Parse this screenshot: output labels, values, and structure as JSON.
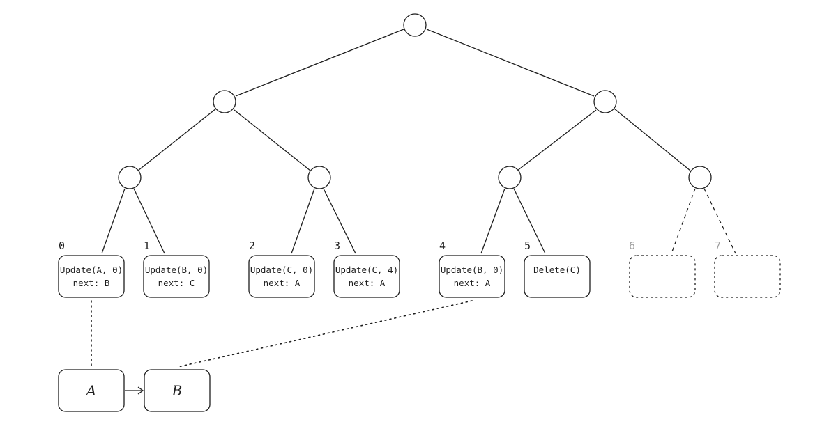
{
  "leaves": [
    {
      "index": "0",
      "op": "Update(A, 0)",
      "next": "next: B",
      "empty": false
    },
    {
      "index": "1",
      "op": "Update(B, 0)",
      "next": "next: C",
      "empty": false
    },
    {
      "index": "2",
      "op": "Update(C, 0)",
      "next": "next: A",
      "empty": false
    },
    {
      "index": "3",
      "op": "Update(C, 4)",
      "next": "next: A",
      "empty": false
    },
    {
      "index": "4",
      "op": "Update(B, 0)",
      "next": "next: A",
      "empty": false
    },
    {
      "index": "5",
      "op": "Delete(C)",
      "next": "",
      "empty": false
    },
    {
      "index": "6",
      "op": "",
      "next": "",
      "empty": true
    },
    {
      "index": "7",
      "op": "",
      "next": "",
      "empty": true
    }
  ],
  "list": {
    "nodes": [
      "A",
      "B"
    ]
  },
  "colors": {
    "stroke": "#1e1e1e",
    "muted": "#a0a0a0",
    "background": "#ffffff"
  }
}
